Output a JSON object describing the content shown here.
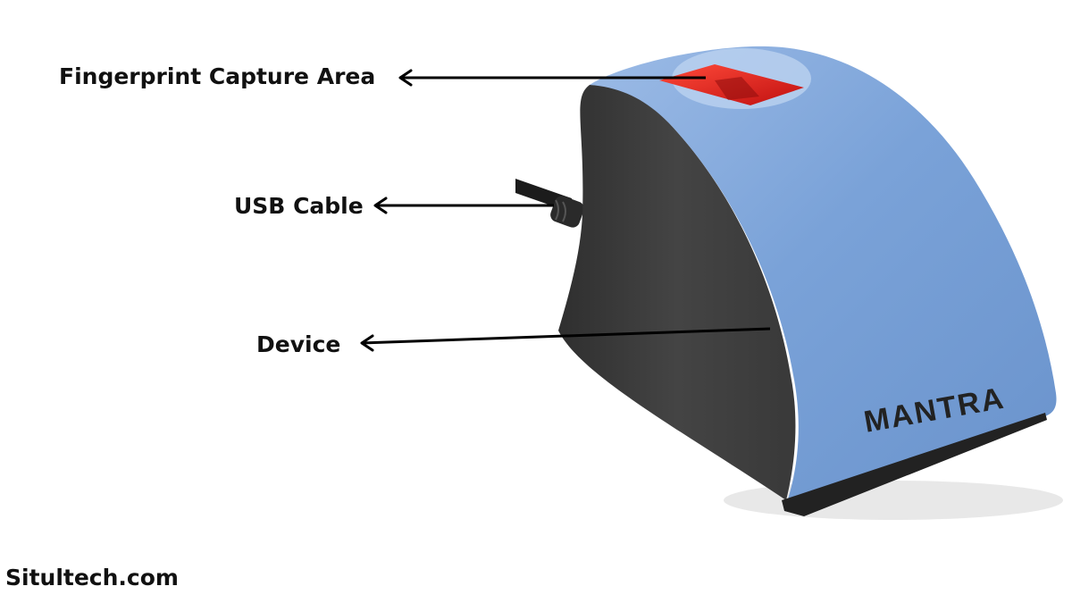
{
  "labels": {
    "fingerprint_capture_area": "Fingerprint Capture Area",
    "usb_cable": "USB Cable",
    "device": "Device"
  },
  "device": {
    "brand": "MANTRA"
  },
  "watermark": "Situltech.com",
  "colors": {
    "shell_blue": "#6f9ad3",
    "shell_blue_light": "#9dbce6",
    "body_dark": "#3a3a3a",
    "sensor_red": "#e8231f",
    "text": "#111111"
  }
}
